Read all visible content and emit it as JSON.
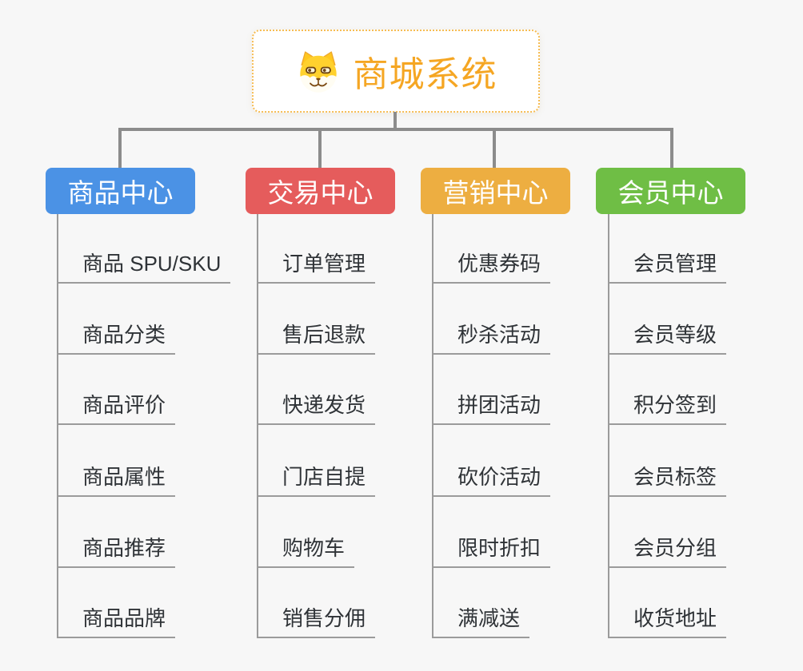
{
  "root": {
    "label": "商城系统",
    "icon": "shiba-dog-icon",
    "text_color": "#F5A623",
    "border_color": "#F6BC53"
  },
  "connector_color": "#8C8C8C",
  "line_color": "#9B9B9B",
  "branches": [
    {
      "label": "商品中心",
      "color": "#4B92E5",
      "items": [
        "商品 SPU/SKU",
        "商品分类",
        "商品评价",
        "商品属性",
        "商品推荐",
        "商品品牌"
      ]
    },
    {
      "label": "交易中心",
      "color": "#E55C5C",
      "items": [
        "订单管理",
        "售后退款",
        "快递发货",
        "门店自提",
        "购物车",
        "销售分佣"
      ]
    },
    {
      "label": "营销中心",
      "color": "#EDAE41",
      "items": [
        "优惠券码",
        "秒杀活动",
        "拼团活动",
        "砍价活动",
        "限时折扣",
        "满减送"
      ]
    },
    {
      "label": "会员中心",
      "color": "#6FBE45",
      "items": [
        "会员管理",
        "会员等级",
        "积分签到",
        "会员标签",
        "会员分组",
        "收货地址"
      ]
    }
  ]
}
